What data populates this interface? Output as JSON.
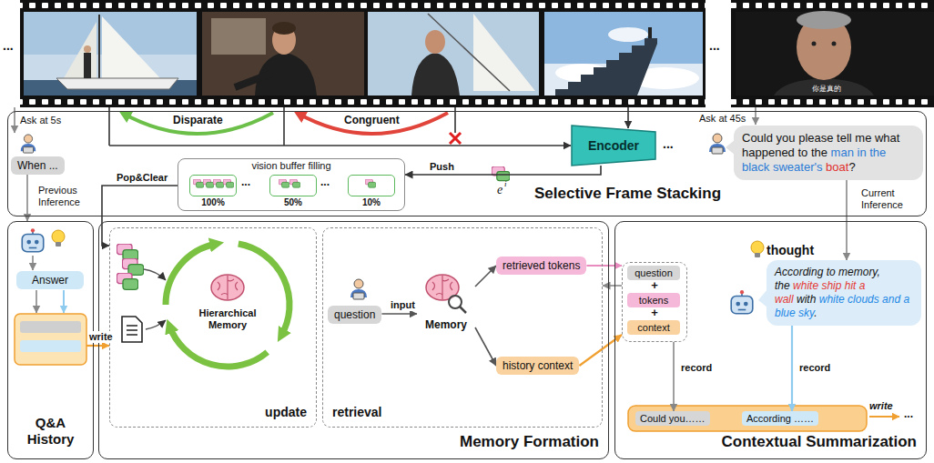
{
  "diagram": {
    "nodes": [
      {
        "text": [
          "Selective Frame Stacking"
        ]
      },
      {
        "text": [
          "When ..."
        ],
        "in": 0
      },
      {
        "text": [
          "Encoder"
        ],
        "in": 0
      },
      {
        "text": [
          "vision buffer filling"
        ],
        "in": 0
      },
      {
        "text": [
          "100%"
        ],
        "in": 3
      },
      {
        "text": [
          "50%"
        ],
        "in": 3
      },
      {
        "text": [
          "10%"
        ],
        "in": 3
      },
      {
        "text": [
          "Could you please tell me what happened to the",
          "man in the black sweater's",
          "boat",
          "?"
        ],
        "in": 0
      },
      {
        "text": [
          "Q&A History"
        ]
      },
      {
        "text": [
          "Answer"
        ],
        "in": 8
      },
      {
        "text": [
          "Memory Formation"
        ]
      },
      {
        "text": [
          "update"
        ],
        "in": 10
      },
      {
        "text": [
          "Hierarchical Memory"
        ],
        "in": 11
      },
      {
        "text": [
          "retrieval"
        ],
        "in": 10
      },
      {
        "text": [
          "question"
        ],
        "in": 13
      },
      {
        "text": [
          "Memory"
        ],
        "in": 13
      },
      {
        "text": [
          "retrieved tokens"
        ],
        "in": 13
      },
      {
        "text": [
          "history context"
        ],
        "in": 13
      },
      {
        "text": [
          "Contextual Summarization"
        ]
      },
      {
        "text": [
          "+",
          "+"
        ],
        "in": 18
      },
      {
        "text": [
          "question"
        ],
        "in": 19
      },
      {
        "text": [
          "tokens"
        ],
        "in": 19
      },
      {
        "text": [
          "context"
        ],
        "in": 19
      },
      {
        "text": [
          "thought",
          "According to memory, the",
          "white ship hit a wall",
          "with",
          "white clouds and a blue sky",
          "."
        ],
        "in": 18
      },
      {
        "text": [
          "Could you……"
        ],
        "in": 18
      },
      {
        "text": [
          "According ……"
        ],
        "in": 18
      }
    ],
    "edges": [
      {
        "from": 1,
        "to": 8,
        "arrow": "to"
      },
      {
        "from": 2,
        "to": 3,
        "label": "Push",
        "arrow": "to"
      },
      {
        "from": 3,
        "to": 11,
        "label": "Pop&Clear",
        "arrow": "to"
      },
      {
        "from": 8,
        "to": 11,
        "label": "write",
        "arrow": "to"
      },
      {
        "from": 14,
        "to": 15,
        "label": "input",
        "arrow": "to"
      },
      {
        "from": 15,
        "to": 16,
        "arrow": "to"
      },
      {
        "from": 15,
        "to": 17,
        "arrow": "to"
      },
      {
        "from": 16,
        "to": 19,
        "arrow": "to"
      },
      {
        "from": 17,
        "to": 19,
        "arrow": "to"
      },
      {
        "from": 19,
        "to": 13,
        "arrow": "to"
      },
      {
        "from": 7,
        "to": 23,
        "arrow": "to"
      },
      {
        "from": 19,
        "to": 24,
        "label": "record",
        "arrow": "to"
      },
      {
        "from": 23,
        "to": 25,
        "label": "record",
        "arrow": "to"
      }
    ],
    "labels": [
      "...",
      "...",
      "Ask at 5s",
      "Disparate",
      "Congruent",
      "...",
      "...",
      "e",
      "i",
      "...",
      "Ask at 45s",
      "Previous Inference",
      "Current Inference",
      "你是真的",
      "write",
      "..."
    ]
  }
}
